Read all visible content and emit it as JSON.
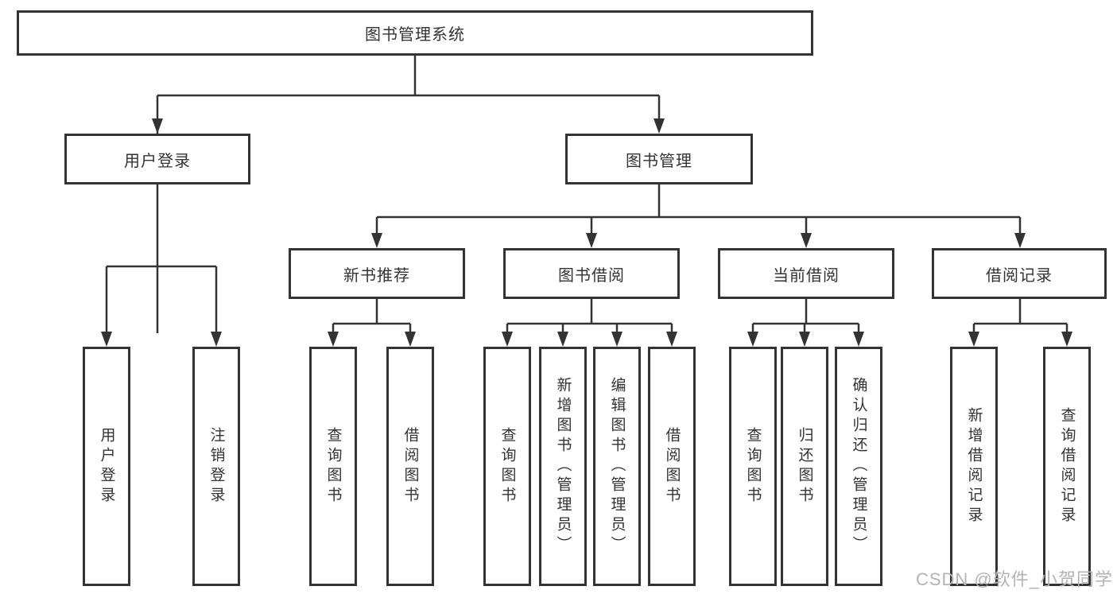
{
  "diagram": {
    "type": "hierarchy-diagram",
    "title": "图书管理系统"
  },
  "tree": {
    "label": "图书管理系统",
    "children": [
      {
        "label": "用户登录",
        "children": [
          {
            "label": "用户登录"
          },
          {
            "label": "注销登录"
          }
        ]
      },
      {
        "label": "图书管理",
        "children": [
          {
            "label": "新书推荐",
            "children": [
              {
                "label": "查询图书"
              },
              {
                "label": "借阅图书"
              }
            ]
          },
          {
            "label": "图书借阅",
            "children": [
              {
                "label": "查询图书"
              },
              {
                "label": "新增图书（管理员）"
              },
              {
                "label": "编辑图书（管理员）"
              },
              {
                "label": "借阅图书"
              }
            ]
          },
          {
            "label": "当前借阅",
            "children": [
              {
                "label": "查询图书"
              },
              {
                "label": "归还图书"
              },
              {
                "label": "确认归还（管理员）"
              }
            ]
          },
          {
            "label": "借阅记录",
            "children": [
              {
                "label": "新增借阅记录"
              },
              {
                "label": "查询借阅记录"
              }
            ]
          }
        ]
      }
    ]
  },
  "watermark": {
    "text": "CSDN @软件_小贺同学"
  },
  "colors": {
    "line": "#333333",
    "box_border": "#333333",
    "text": "#333333",
    "background": "#ffffff",
    "watermark": "#b3b3b3"
  }
}
